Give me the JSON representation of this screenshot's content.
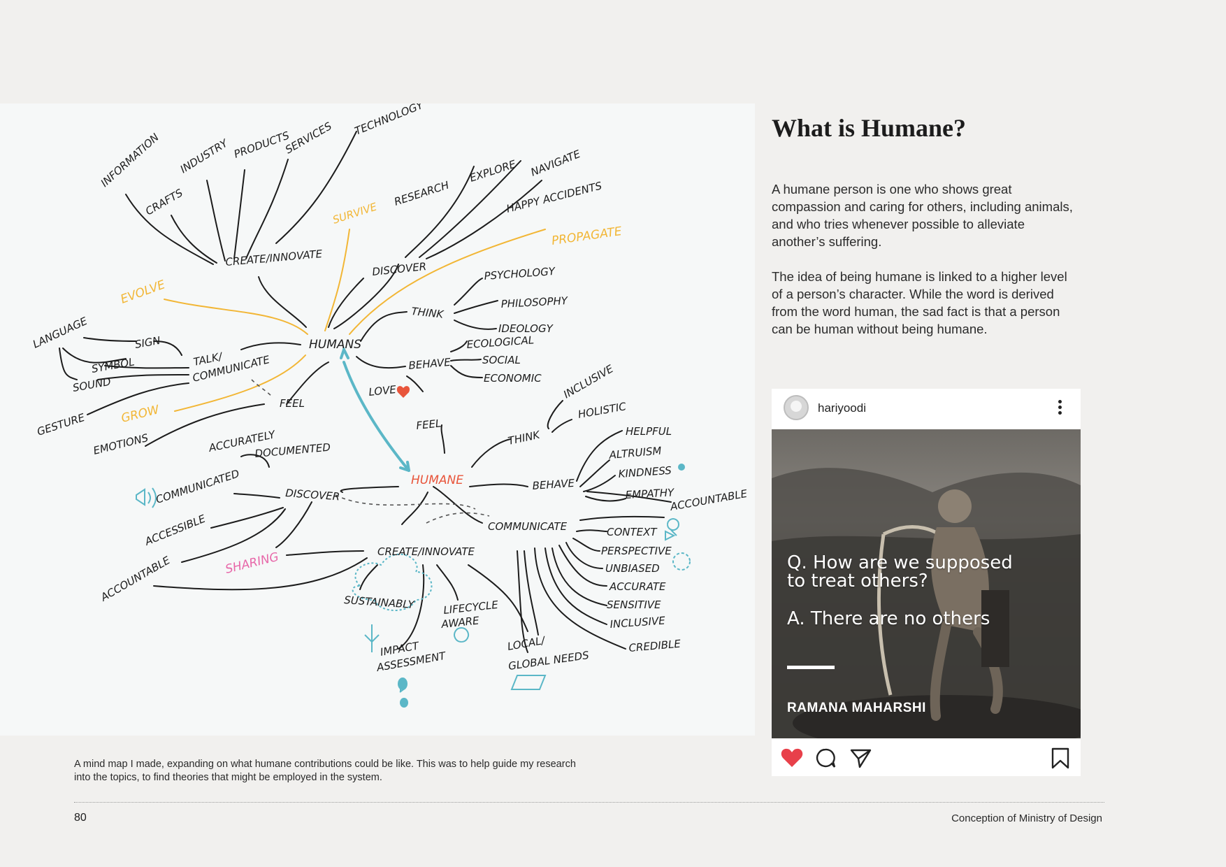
{
  "heading": "What is Humane?",
  "paragraphs": [
    "A humane person is one who shows great compassion and caring for others, including animals, and who tries whenever possible to alleviate another’s suffering.",
    "The idea of being humane is linked to a higher level of a person’s character. While the word is derived from the word human, the sad fact is that a person can be human without being humane."
  ],
  "mindmap": {
    "caption": "A mind map I made, expanding on what humane contributions could be like. This was to help guide my research into the topics, to find theories that might be employed in the system.",
    "labels": {
      "information": "INFORMATION",
      "industry": "INDUSTRY",
      "products": "PRODUCTS",
      "services": "SERVICES",
      "technology": "TECHNOLOGY",
      "crafts": "CRAFTS",
      "create_top": "CREATE/INNOVATE",
      "survive": "SURVIVE",
      "research": "RESEARCH",
      "explore": "EXPLORE",
      "navigate": "NAVIGATE",
      "happy_accidents": "HAPPY ACCIDENTS",
      "propagate": "PROPAGATE",
      "discover_top": "DISCOVER",
      "evolve": "EVOLVE",
      "psychology": "PSYCHOLOGY",
      "philosophy": "PHILOSOPHY",
      "think_top": "THINK",
      "ideology": "IDEOLOGY",
      "language": "LANGUAGE",
      "sign": "SIGN",
      "humans": "HUMANS",
      "symbol": "SYMBOL",
      "talk": "TALK/",
      "communicate_left": "COMMUNICATE",
      "sound": "SOUND",
      "ecological": "ECOLOGICAL",
      "behave_top": "BEHAVE",
      "social": "SOCIAL",
      "economic": "ECONOMIC",
      "gesture": "GESTURE",
      "grow": "GROW",
      "feel_left": "FEEL",
      "love": "LOVE",
      "inclusive_top": "INCLUSIVE",
      "holistic": "HOLISTIC",
      "emotions": "EMOTIONS",
      "accurately": "ACCURATELY",
      "documented": "DOCUMENTED",
      "feel_mid": "FEEL",
      "think_right": "THINK",
      "helpful": "HELPFUL",
      "altruism": "ALTRUISM",
      "kindness": "KINDNESS",
      "empathy": "EMPATHY",
      "accountable_right": "ACCOUNTABLE",
      "communicated": "COMMUNICATED",
      "discover_left": "DISCOVER",
      "humane": "HUMANE",
      "behave_right": "BEHAVE",
      "accessible": "ACCESSIBLE",
      "communicate_right": "COMMUNICATE",
      "context": "CONTEXT",
      "perspective": "PERSPECTIVE",
      "unbiased": "UNBIASED",
      "accurate": "ACCURATE",
      "sharing": "SHARING",
      "create_bottom": "CREATE/INNOVATE",
      "accountable_left": "ACCOUNTABLE",
      "sustainably": "SUSTAINABLY",
      "lifecycle": "LIFECYCLE",
      "aware": "AWARE",
      "sensitive": "SENSITIVE",
      "inclusive_bottom": "INCLUSIVE",
      "impact": "IMPACT",
      "assessment": "ASSESSMENT",
      "local": "LOCAL/",
      "global_needs": "GLOBAL NEEDS",
      "credible": "CREDIBLE"
    }
  },
  "post": {
    "username": "hariyoodi",
    "question_line1": "Q. How are we supposed",
    "question_line2": "to treat others?",
    "answer": "A. There are no others",
    "author": "RAMANA MAHARSHI"
  },
  "footer": {
    "page_number": "80",
    "running_title": "Conception of Ministry of Design"
  },
  "colors": {
    "accent_yellow": "#f2b635",
    "accent_orange": "#e8553b",
    "accent_teal": "#5bb7c7",
    "accent_pink": "#e766a8",
    "like_red": "#e8404a"
  }
}
